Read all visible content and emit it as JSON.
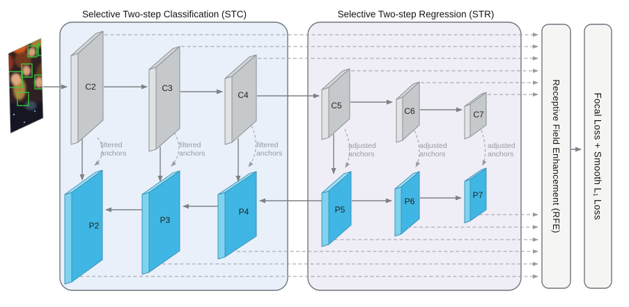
{
  "titles": {
    "stc": "Selective Two-step Classification (STC)",
    "str": "Selective Two-step Regression (STR)"
  },
  "blocks": {
    "c": [
      "C2",
      "C3",
      "C4",
      "C5",
      "C6",
      "C7"
    ],
    "p": [
      "P2",
      "P3",
      "P4",
      "P5",
      "P6",
      "P7"
    ]
  },
  "anchors": {
    "filtered": [
      "filtered",
      "anchors"
    ],
    "adjusted": [
      "adjusted",
      "anchors"
    ]
  },
  "rfe_label": "Receptive Field Enhancement (RFE)",
  "loss_label": "Focal Loss + Smooth L₁ Loss",
  "colors": {
    "panel_stc": "#e9f0fa",
    "panel_str": "#efedf6",
    "box_fill": "#f5f5f4",
    "c_front": "#c6c9cb",
    "c_side": "#e1e2e4",
    "c_top": "#d3d5d7",
    "p_front": "#3fb6e3",
    "p_side": "#7ed3ef",
    "p_top": "#a2e0f6",
    "arrow": "#7d8184",
    "dash": "#9a9a9f",
    "face_box_green": "#35d23c"
  }
}
